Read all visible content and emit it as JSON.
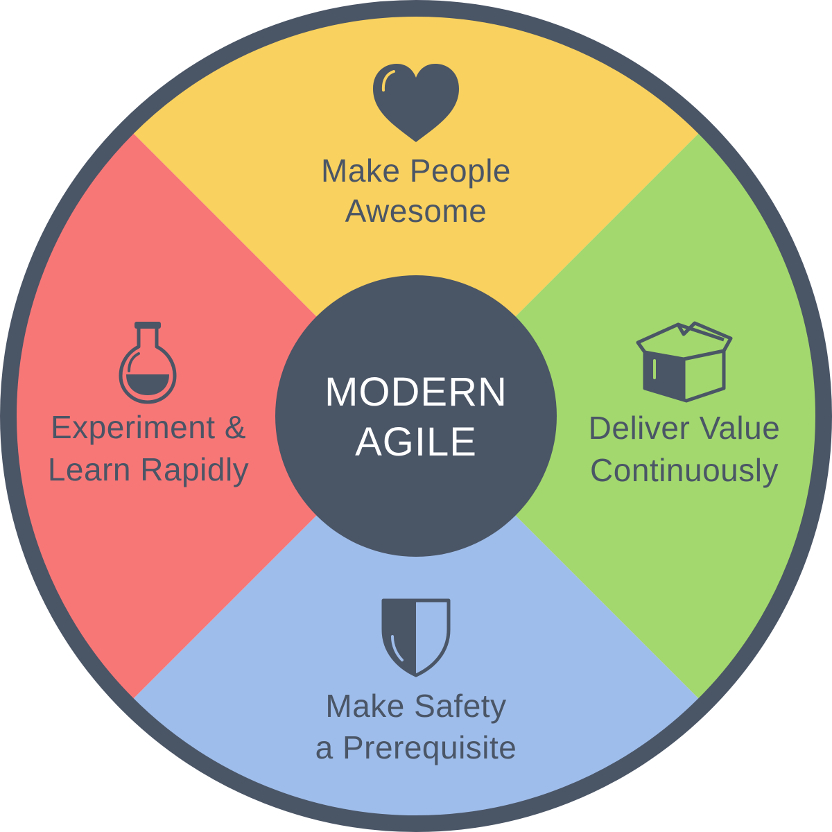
{
  "colors": {
    "outline": "#4a5566",
    "top": "#f9d15e",
    "right": "#a3d86e",
    "bottom": "#9fbdea",
    "left": "#f77777",
    "center": "#4a5566",
    "icon": "#4a5566",
    "text": "#4a5566",
    "center_text": "#ffffff"
  },
  "center": {
    "line1": "MODERN",
    "line2": "AGILE"
  },
  "quadrants": {
    "top": {
      "icon": "heart-icon",
      "line1": "Make People",
      "line2": "Awesome"
    },
    "right": {
      "icon": "box-icon",
      "line1": "Deliver Value",
      "line2": "Continuously"
    },
    "bottom": {
      "icon": "shield-icon",
      "line1": "Make Safety",
      "line2": "a Prerequisite"
    },
    "left": {
      "icon": "flask-icon",
      "line1": "Experiment &",
      "line2": "Learn Rapidly"
    }
  }
}
